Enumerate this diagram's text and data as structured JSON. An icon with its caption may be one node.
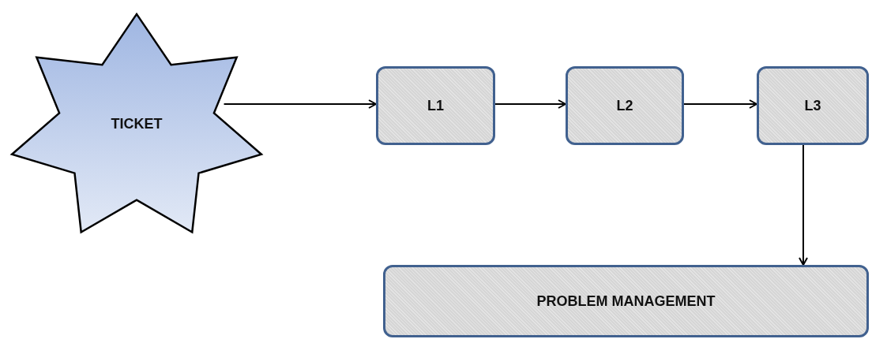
{
  "diagram": {
    "nodes": [
      {
        "text": [
          "TICKET"
        ]
      },
      {
        "text": [
          "L1"
        ]
      },
      {
        "text": [
          "L2"
        ]
      },
      {
        "text": [
          "L3"
        ]
      },
      {
        "text": [
          "PROBLEM MANAGEMENT"
        ]
      }
    ],
    "edges": [
      {
        "from": 0,
        "to": 1,
        "arrow": "to"
      },
      {
        "from": 1,
        "to": 2,
        "arrow": "to"
      },
      {
        "from": 2,
        "to": 3,
        "arrow": "to"
      },
      {
        "from": 3,
        "to": 4,
        "arrow": "to"
      }
    ]
  }
}
